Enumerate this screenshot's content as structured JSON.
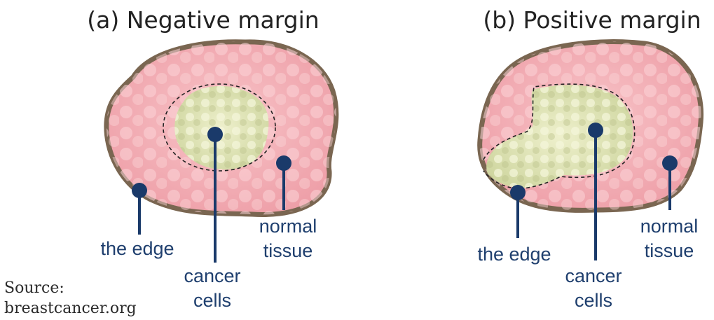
{
  "panels": [
    {
      "title": "(a) Negative margin",
      "labels": {
        "edge": "the edge",
        "cancer_line1": "cancer",
        "cancer_line2": "cells",
        "normal_line1": "normal",
        "normal_line2": "tissue"
      }
    },
    {
      "title": "(b) Positive margin",
      "labels": {
        "edge": "the edge",
        "cancer_line1": "cancer",
        "cancer_line2": "cells",
        "normal_line1": "normal",
        "normal_line2": "tissue"
      }
    }
  ],
  "source": {
    "line1": "Source:",
    "line2": "breastcancer.org"
  },
  "colors": {
    "tissue": "#f2aeb4",
    "edge": "#7a6651",
    "tumor": "#dfe5b8",
    "pointer": "#1a3a6a",
    "label": "#1f3f6e"
  }
}
